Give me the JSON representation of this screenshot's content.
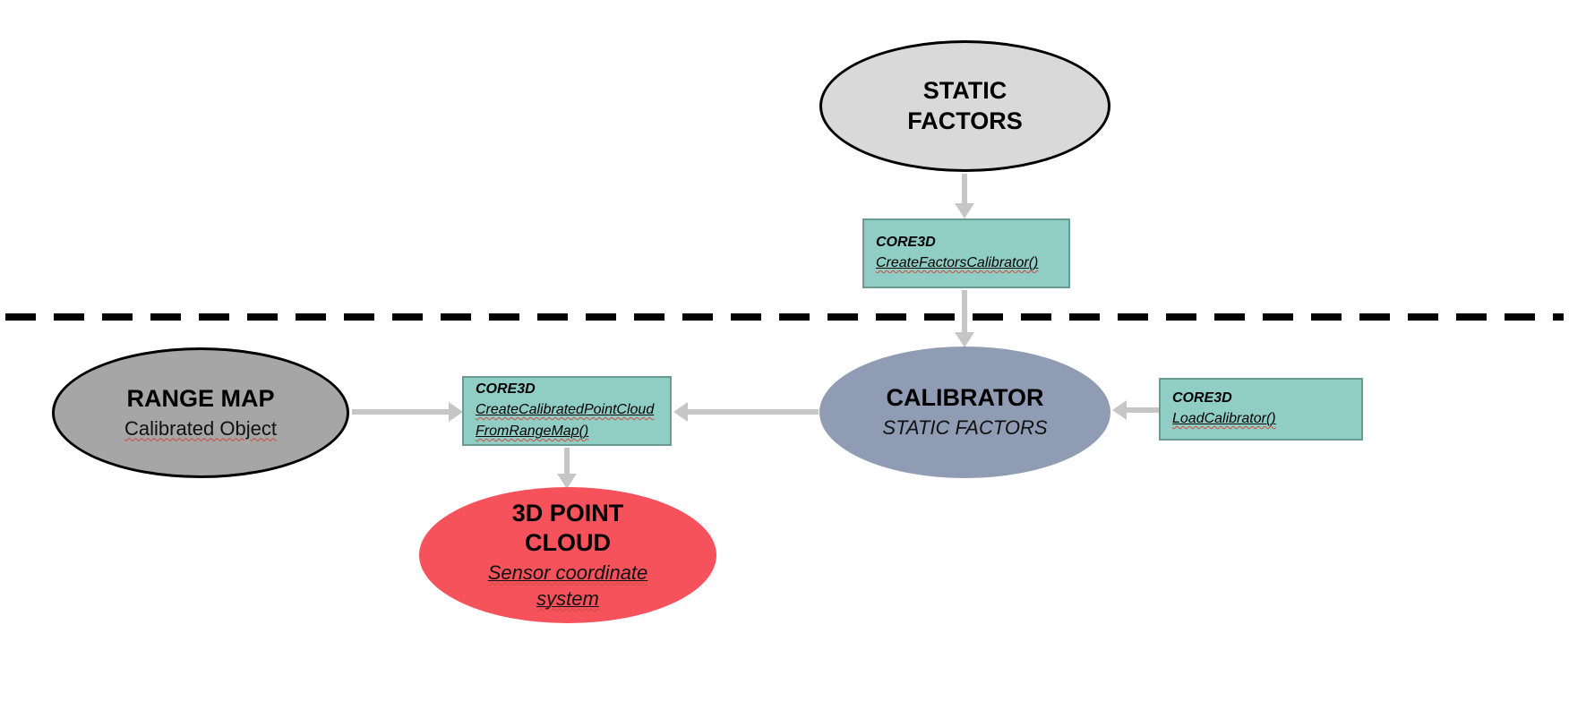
{
  "diagram": {
    "nodes": {
      "static_factors": {
        "title": "STATIC FACTORS"
      },
      "create_factors_calibrator_box": {
        "library": "CORE3D",
        "function": "CreateFactorsCalibrator()"
      },
      "range_map": {
        "title": "RANGE MAP",
        "subtitle": "Calibrated Object"
      },
      "create_calibrated_point_cloud_box": {
        "library": "CORE3D",
        "function_line1": "CreateCalibratedPointCloud",
        "function_line2": "FromRangeMap()"
      },
      "calibrator": {
        "title": "CALIBRATOR",
        "subtitle": "STATIC FACTORS"
      },
      "load_calibrator_box": {
        "library": "CORE3D",
        "function": "LoadCalibrator()"
      },
      "point_cloud": {
        "title": "3D POINT CLOUD",
        "subtitle": "Sensor coordinate system"
      }
    },
    "edges": [
      {
        "from": "static_factors",
        "to": "create_factors_calibrator_box",
        "direction": "down"
      },
      {
        "from": "create_factors_calibrator_box",
        "to": "calibrator",
        "direction": "down"
      },
      {
        "from": "range_map",
        "to": "create_calibrated_point_cloud_box",
        "direction": "right"
      },
      {
        "from": "calibrator",
        "to": "create_calibrated_point_cloud_box",
        "direction": "left"
      },
      {
        "from": "load_calibrator_box",
        "to": "calibrator",
        "direction": "left"
      },
      {
        "from": "create_calibrated_point_cloud_box",
        "to": "point_cloud",
        "direction": "down"
      }
    ],
    "colors": {
      "static_factors_fill": "#d9d9d9",
      "range_map_fill": "#a6a6a6",
      "calibrator_fill": "#8f9cb3",
      "point_cloud_fill": "#f5525b",
      "box_fill": "#90cdc4",
      "box_border": "#6a9a92",
      "ellipse_border": "#000000",
      "arrow": "#c6c6c6",
      "divider": "#000000",
      "background": "#ffffff"
    }
  }
}
